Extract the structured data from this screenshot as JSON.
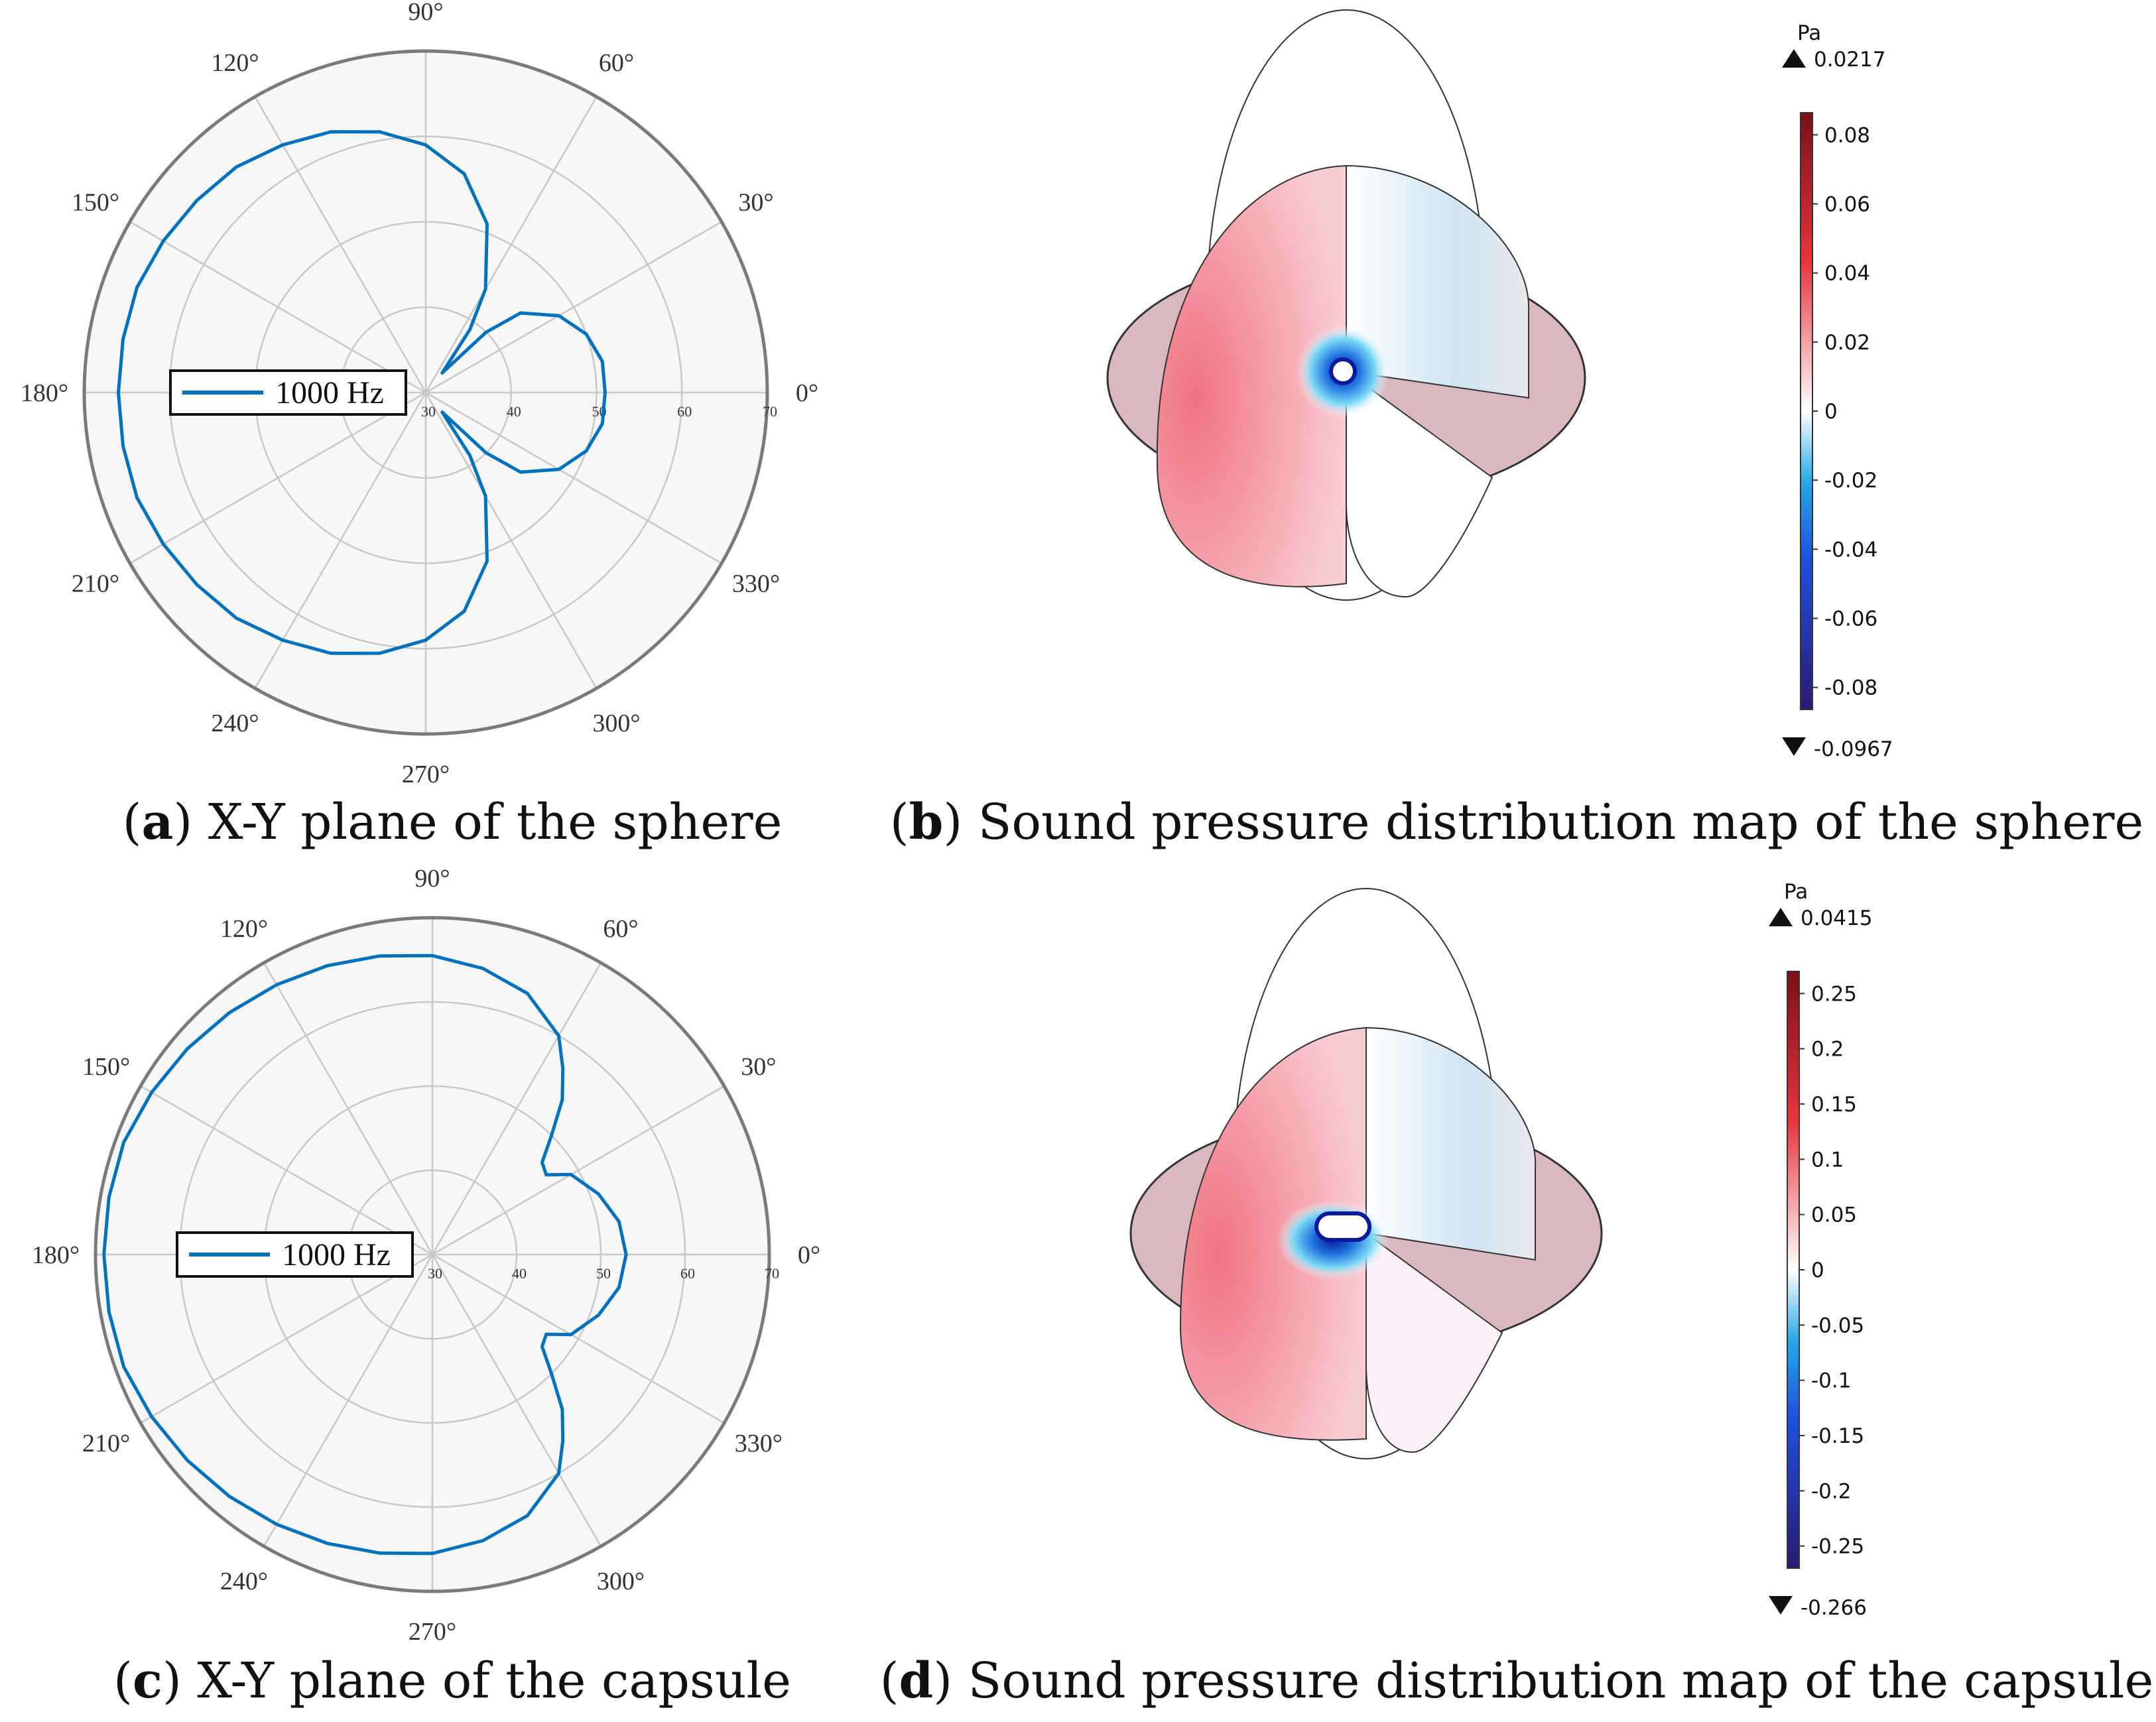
{
  "figure": {
    "panels": [
      {
        "letter": "a",
        "text": " X-Y plane of the sphere"
      },
      {
        "letter": "b",
        "text": " Sound pressure distribution map of the sphere"
      },
      {
        "letter": "c",
        "text": " X-Y plane of the capsule"
      },
      {
        "letter": "d",
        "text": " Sound pressure distribution map of the capsule"
      }
    ]
  },
  "colors": {
    "series": "#0072bd",
    "grid": "#c8c8c8",
    "axis": "#7a7a7a",
    "plot_bg": "#f7f7f7",
    "cbar_top": "#7a1018",
    "cbar_mid": "#ffffff",
    "cbar_bottom": "#2a1a70"
  },
  "chart_data": [
    {
      "type": "polar-line",
      "theta_unit": "deg",
      "theta_ticks": [
        0,
        30,
        60,
        90,
        120,
        150,
        180,
        210,
        240,
        270,
        300,
        330
      ],
      "theta_tick_labels": [
        "0°",
        "30°",
        "60°",
        "90°",
        "120°",
        "150°",
        "180°",
        "210°",
        "240°",
        "270°",
        "300°",
        "330°"
      ],
      "r_ticks": [
        30,
        40,
        50,
        60,
        70
      ],
      "r_tick_labels": [
        "30",
        "40",
        "50",
        "60",
        "70"
      ],
      "rlim": [
        30,
        70
      ],
      "grid": true,
      "legend_position": "left",
      "series": [
        {
          "name": "1000 Hz",
          "theta": [
            0,
            10,
            20,
            30,
            40,
            45,
            50,
            55,
            60,
            70,
            80,
            90,
            100,
            110,
            120,
            130,
            140,
            150,
            160,
            170,
            180,
            190,
            200,
            210,
            220,
            230,
            240,
            250,
            260,
            270,
            280,
            290,
            300,
            305,
            310,
            315,
            320,
            330,
            340,
            350
          ],
          "r": [
            51,
            51,
            50,
            48,
            44.5,
            40,
            33,
            39,
            44,
            51,
            56,
            59,
            61,
            62.5,
            63.5,
            64.5,
            65,
            65.5,
            66,
            66,
            66,
            66,
            66,
            65.5,
            65,
            64.5,
            63.5,
            62.5,
            61,
            59,
            56,
            51,
            44,
            39,
            33,
            40,
            44.5,
            48,
            50,
            51
          ]
        }
      ]
    },
    {
      "type": "colorbar",
      "unit": "Pa",
      "max_label": "0.0217",
      "min_label": "-0.0967",
      "range": [
        -0.0967,
        0.0217
      ],
      "ticks": [
        0.08,
        0.06,
        0.04,
        0.02,
        0,
        -0.02,
        -0.04,
        -0.06,
        -0.08
      ],
      "tick_labels": [
        "0.08",
        "0.06",
        "0.04",
        "0.02",
        "0",
        "-0.02",
        "-0.04",
        "-0.06",
        "-0.08"
      ]
    },
    {
      "type": "polar-line",
      "theta_unit": "deg",
      "theta_ticks": [
        0,
        30,
        60,
        90,
        120,
        150,
        180,
        210,
        240,
        270,
        300,
        330
      ],
      "theta_tick_labels": [
        "0°",
        "30°",
        "60°",
        "90°",
        "120°",
        "150°",
        "180°",
        "210°",
        "240°",
        "270°",
        "300°",
        "330°"
      ],
      "r_ticks": [
        30,
        40,
        50,
        60,
        70
      ],
      "r_tick_labels": [
        "30",
        "40",
        "50",
        "60",
        "70"
      ],
      "rlim": [
        30,
        70
      ],
      "grid": true,
      "legend_position": "left",
      "series": [
        {
          "name": "1000 Hz",
          "theta": [
            0,
            10,
            20,
            30,
            35,
            40,
            45,
            50,
            55,
            60,
            70,
            80,
            90,
            100,
            110,
            120,
            130,
            140,
            150,
            160,
            170,
            180,
            190,
            200,
            210,
            220,
            230,
            240,
            250,
            260,
            270,
            280,
            290,
            300,
            305,
            310,
            315,
            320,
            325,
            330,
            340,
            350
          ],
          "r": [
            53,
            52.5,
            51,
            49,
            46.5,
            47,
            50,
            54,
            57,
            60,
            63,
            64.5,
            65.5,
            66,
            66.5,
            67,
            67.5,
            68,
            68.5,
            69,
            69,
            69,
            69,
            69,
            68.5,
            68,
            67.5,
            67,
            66.5,
            66,
            65.5,
            64.5,
            63,
            60,
            57,
            54,
            50,
            47,
            46.5,
            49,
            51,
            52.5
          ]
        }
      ]
    },
    {
      "type": "colorbar",
      "unit": "Pa",
      "max_label": "0.0415",
      "min_label": "-0.266",
      "range": [
        -0.266,
        0.0415
      ],
      "ticks": [
        0.25,
        0.2,
        0.15,
        0.1,
        0.05,
        0,
        -0.05,
        -0.1,
        -0.15,
        -0.2,
        -0.25
      ],
      "tick_labels": [
        "0.25",
        "0.2",
        "0.15",
        "0.1",
        "0.05",
        "0",
        "-0.05",
        "-0.1",
        "-0.15",
        "-0.2",
        "-0.25"
      ]
    }
  ]
}
